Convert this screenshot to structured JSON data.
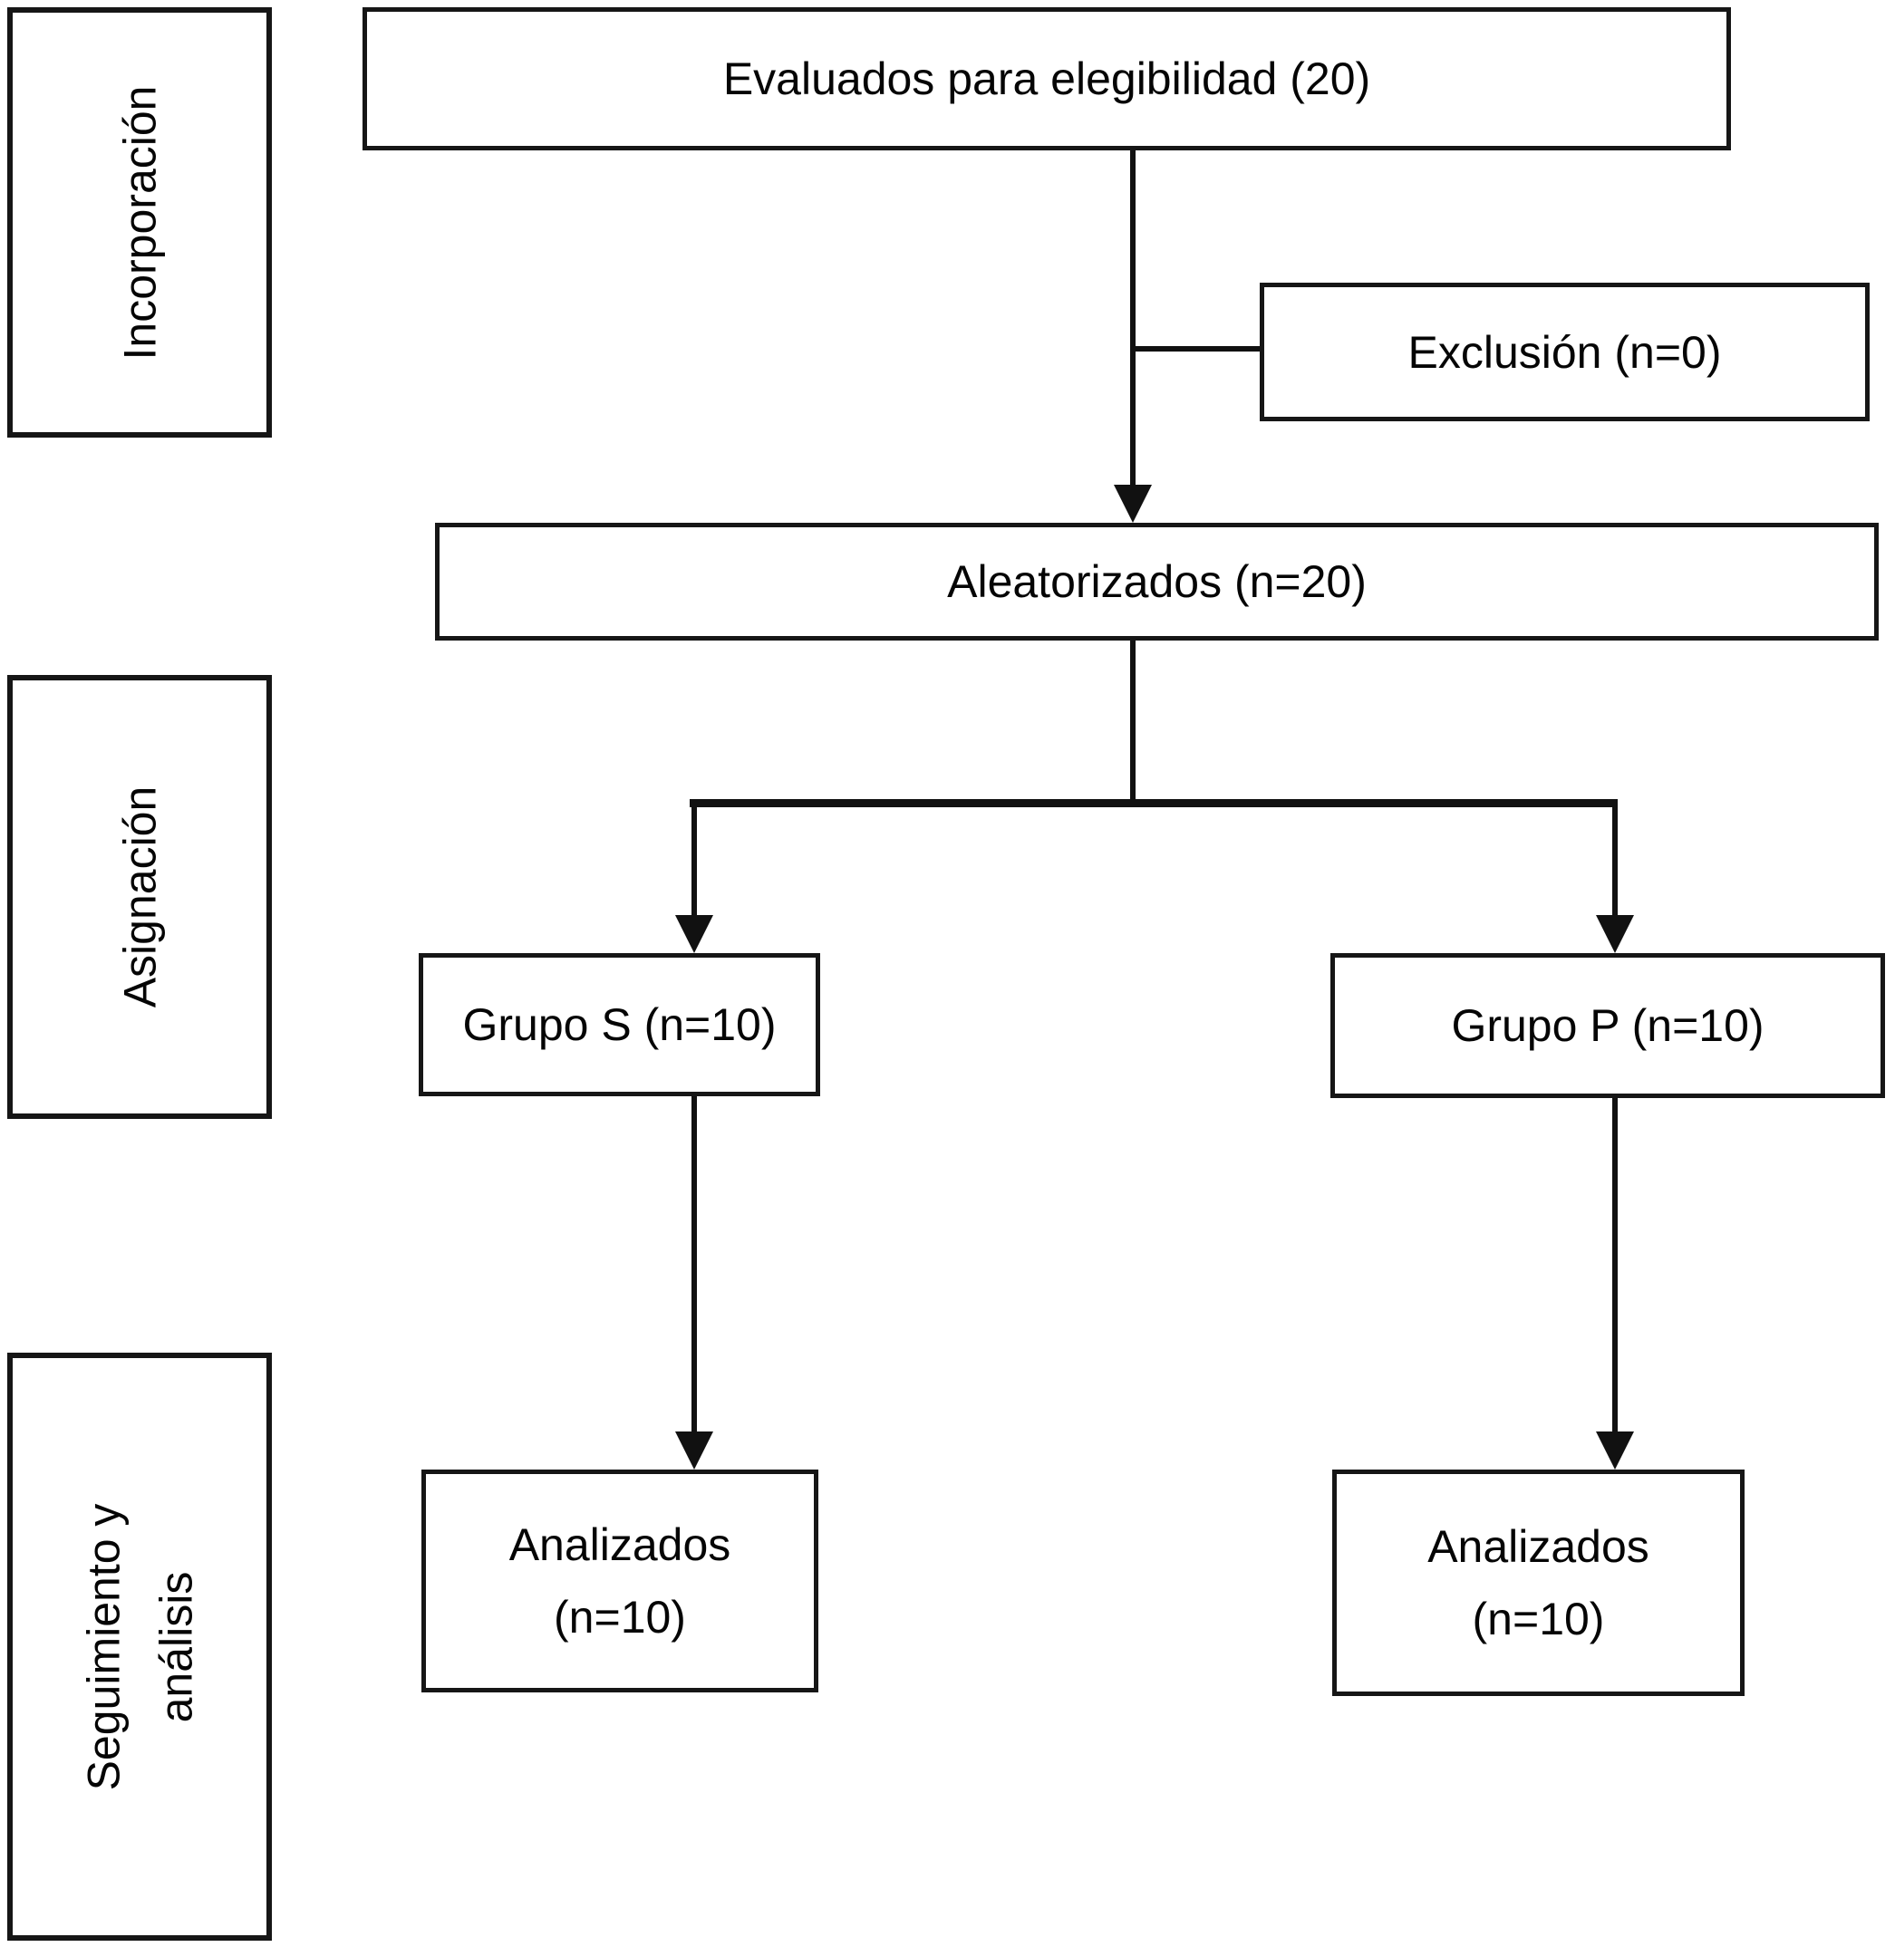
{
  "sidebar": {
    "items": [
      {
        "lines": [
          "Incorporación"
        ]
      },
      {
        "lines": [
          "Asignación"
        ]
      },
      {
        "lines": [
          "Seguimiento y",
          "análisis"
        ]
      }
    ]
  },
  "flow": {
    "evaluados": {
      "label": "Evaluados para elegibilidad (20)"
    },
    "exclusion": {
      "label": "Exclusión (n=0)"
    },
    "aleatorizados": {
      "label": "Aleatorizados (n=20)"
    },
    "grupo_s": {
      "label": "Grupo S (n=10)"
    },
    "grupo_p": {
      "label": "Grupo P (n=10)"
    },
    "analizados_s": {
      "lines": [
        "Analizados",
        "(n=10)"
      ]
    },
    "analizados_p": {
      "lines": [
        "Analizados",
        "(n=10)"
      ]
    }
  },
  "colors": {
    "line": "#111111",
    "border": "#161616",
    "text": "#050505",
    "background": "#ffffff"
  }
}
